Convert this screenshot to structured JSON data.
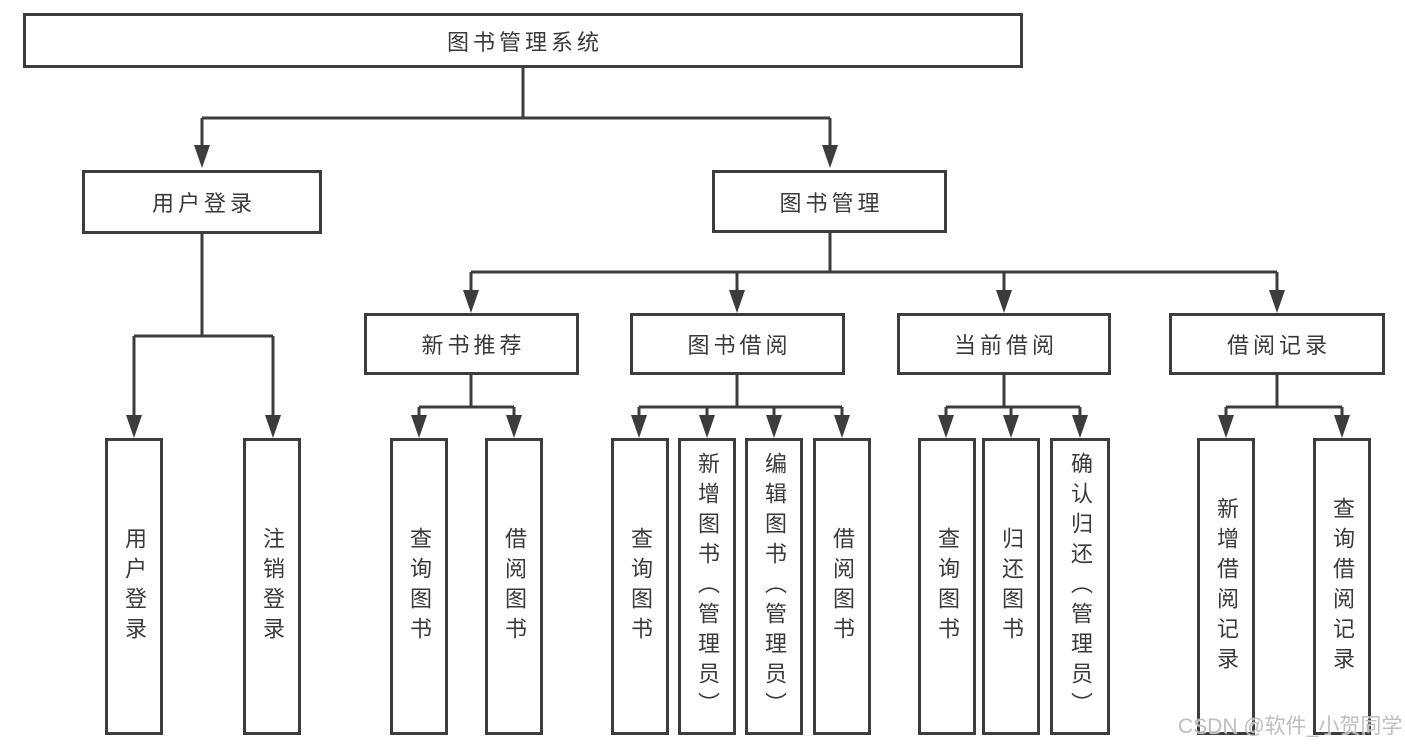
{
  "diagram": {
    "root": {
      "label": "图书管理系统"
    },
    "branches": [
      {
        "label": "用户登录",
        "children": [
          {
            "label": "用户登录"
          },
          {
            "label": "注销登录"
          }
        ]
      },
      {
        "label": "图书管理",
        "children": [
          {
            "label": "新书推荐",
            "children": [
              {
                "label": "查询图书"
              },
              {
                "label": "借阅图书"
              }
            ]
          },
          {
            "label": "图书借阅",
            "children": [
              {
                "label": "查询图书"
              },
              {
                "label": "新增图书（管理员）"
              },
              {
                "label": "编辑图书（管理员）"
              },
              {
                "label": "借阅图书"
              }
            ]
          },
          {
            "label": "当前借阅",
            "children": [
              {
                "label": "查询图书"
              },
              {
                "label": "归还图书"
              },
              {
                "label": "确认归还（管理员）"
              }
            ]
          },
          {
            "label": "借阅记录",
            "children": [
              {
                "label": "新增借阅记录"
              },
              {
                "label": "查询借阅记录"
              }
            ]
          }
        ]
      }
    ]
  },
  "watermark": {
    "text": "CSDN @软件_小贺同学"
  },
  "colors": {
    "line": "#3c3c3c",
    "box_border": "#3c3c3c",
    "box_fill": "#ffffff",
    "text": "#3a3a3a",
    "watermark": "#b9b9b9",
    "background": "#ffffff"
  }
}
